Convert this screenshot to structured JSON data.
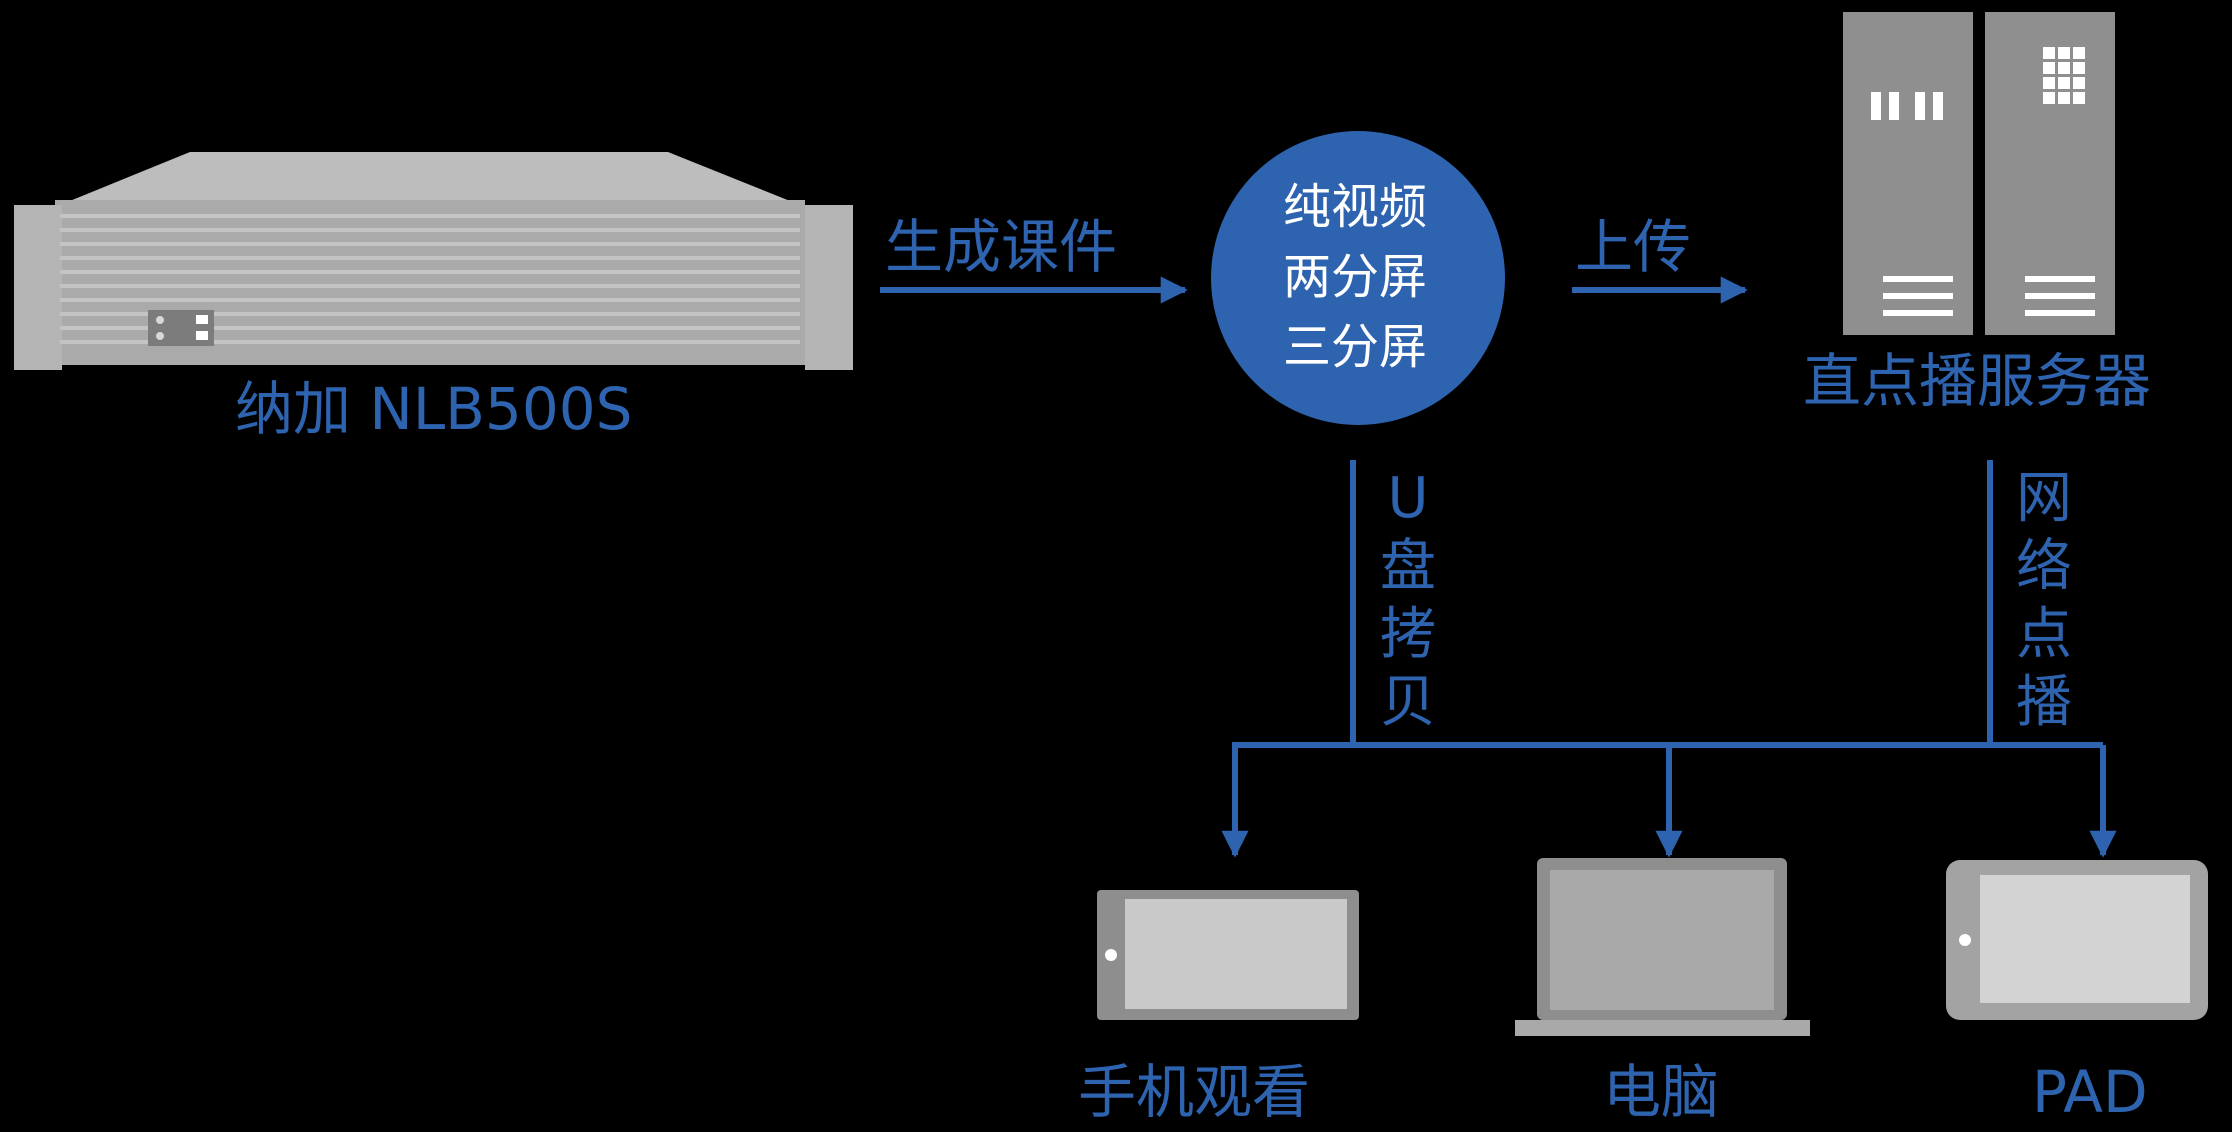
{
  "colors": {
    "accent": "#2e63b0",
    "background": "#000000",
    "device_gray": "#a9a9a9",
    "device_dark": "#8e8e8e",
    "screen_gray": "#c8c8c8",
    "white": "#ffffff"
  },
  "recorder": {
    "label": "纳加 NLB500S",
    "icon": "rack-server-icon"
  },
  "generate": {
    "label": "生成课件"
  },
  "modes": {
    "items": [
      "纯视频",
      "两分屏",
      "三分屏"
    ]
  },
  "upload": {
    "label": "上传"
  },
  "vod_server": {
    "label": "直点播服务器",
    "icon": "tower-server-icon"
  },
  "usb_copy": {
    "label": "U盘拷贝"
  },
  "network_vod": {
    "label": "网络点播"
  },
  "devices": [
    {
      "label": "手机观看",
      "icon": "phone-icon"
    },
    {
      "label": "电脑",
      "icon": "laptop-icon"
    },
    {
      "label": "PAD",
      "icon": "tablet-icon"
    }
  ]
}
